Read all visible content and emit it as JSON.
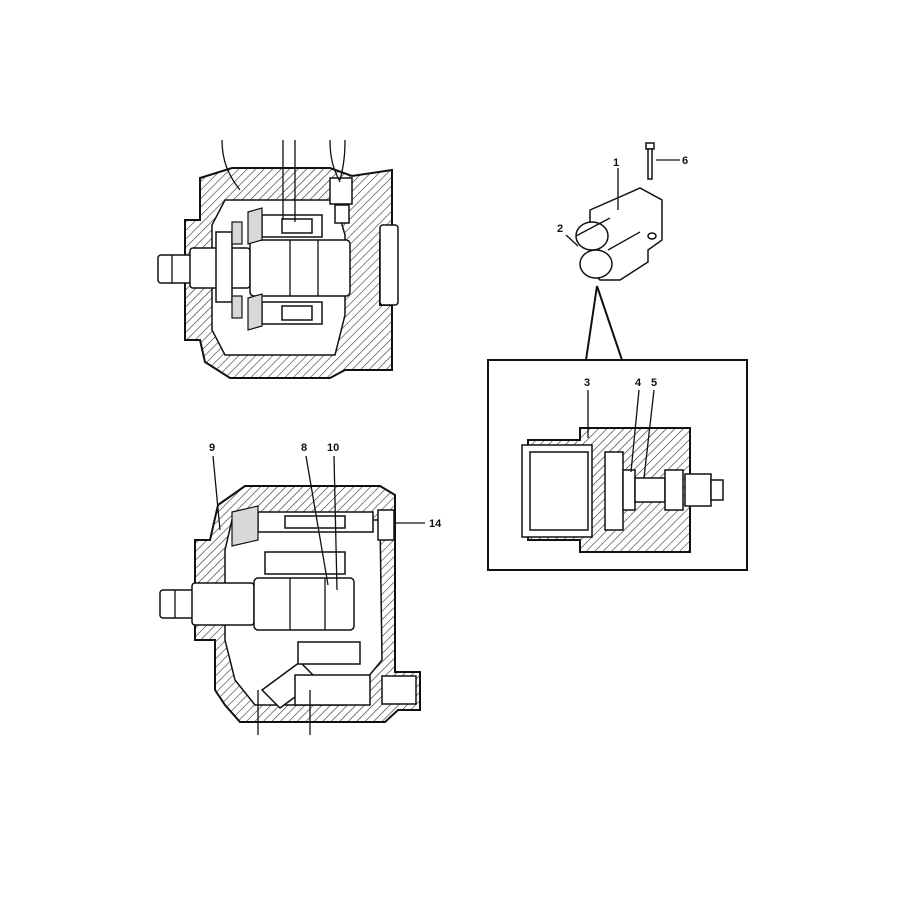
{
  "labels": {
    "part_1": "1",
    "part_2": "2",
    "part_3": "3",
    "part_4": "4",
    "part_5": "5",
    "part_6": "6",
    "part_8": "8",
    "part_9": "9",
    "part_10": "10",
    "part_14": "14"
  }
}
